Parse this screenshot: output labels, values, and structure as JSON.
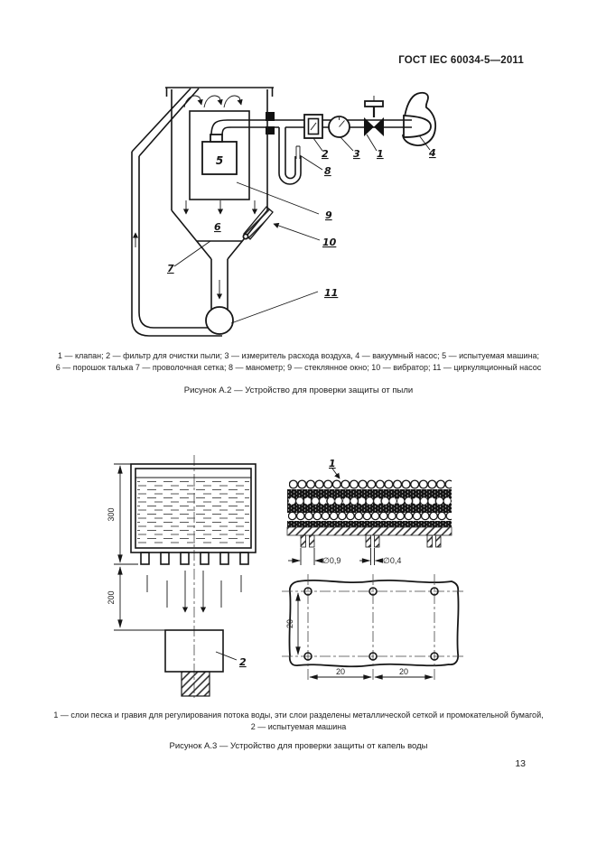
{
  "page": {
    "header": "ГОСТ IEC 60034-5—2011",
    "page_number": "13"
  },
  "figure_a2": {
    "labels": {
      "machine": "5",
      "l1": "1",
      "l2": "2",
      "l3": "3",
      "l4": "4",
      "l6": "6",
      "l7": "7",
      "l8": "8",
      "l9": "9",
      "l10": "10",
      "l11": "11"
    },
    "legend_line1": "1 — клапан; 2 — фильтр для очистки пыли; 3 — измеритель расхода воздуха, 4 — вакуумный насос; 5 — испытуемая машина;",
    "legend_line2": "6 — порошок талька 7 — проволочная сетка; 8 — манометр; 9 — стеклянное окно; 10 — вибратор; 11 — циркуляционный насос",
    "caption": "Рисунок А.2 — Устройство для проверки защиты от пыли"
  },
  "figure_a3": {
    "labels": {
      "l1": "1",
      "l2": "2"
    },
    "dims": {
      "d300": "300",
      "d200": "200",
      "d20v": "20",
      "d20a": "20",
      "d20b": "20",
      "dia09": "∅0,9",
      "dia04": "∅0,4"
    },
    "legend_line1": "1 — слои песка и гравия для регулирования потока воды, эти слои разделены металлической сеткой и промокательной бумагой,",
    "legend_line2": "2 — испытуемая машина",
    "caption": "Рисунок А.3 — Устройство для проверки защиты от капель воды"
  }
}
